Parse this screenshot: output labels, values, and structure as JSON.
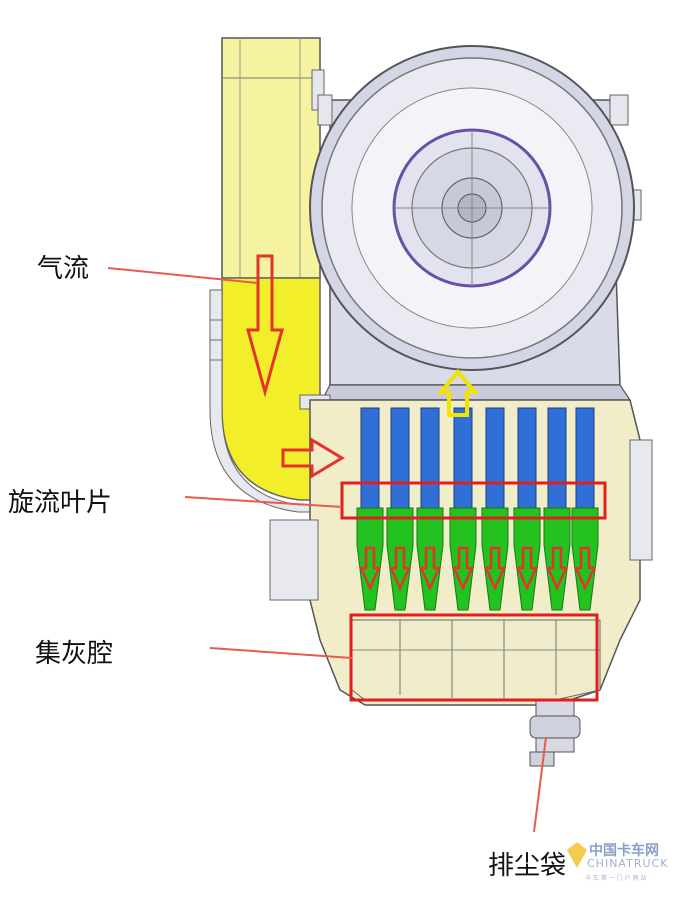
{
  "labels": {
    "airflow": "气流",
    "swirl_vanes": "旋流叶片",
    "dust_chamber": "集灰腔",
    "dust_bag": "排尘袋"
  },
  "watermark": {
    "cn": "中国卡车网",
    "en": "CHINATRUCK",
    "sub": "卡 车 第 一 门 户 网 站"
  },
  "colors": {
    "duct": "#f6f3a0",
    "duct_flow": "#f2ee2a",
    "housing": "#d9dbe9",
    "housing_dark": "#b9bcd2",
    "tubes": "#2f6fd6",
    "cones": "#23c21f",
    "arrow_red": "#e2332d",
    "arrow_yellow": "#f3e400",
    "box_red": "#e02020",
    "body_lower": "#f0edc8",
    "pointer": "#e65a4f"
  }
}
